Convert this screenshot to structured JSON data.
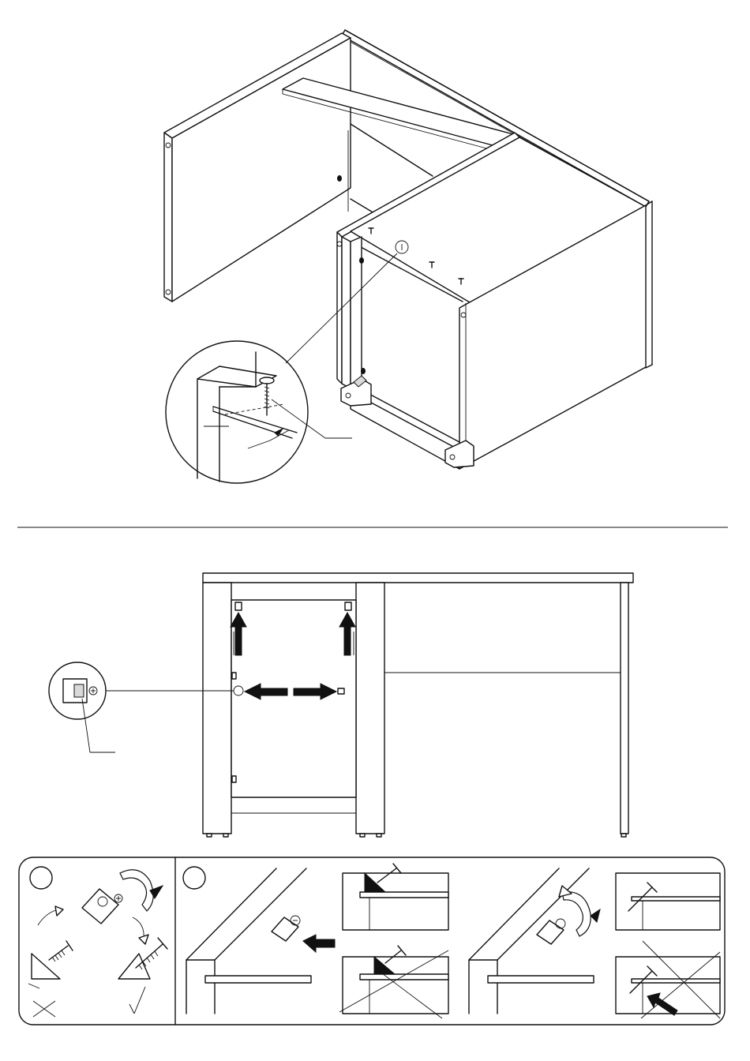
{
  "document": {
    "page_width": 950,
    "page_height": 1344,
    "ink_color": "#111111",
    "background_color": "#ffffff",
    "sections": [
      {
        "name": "step-assembly-isometric",
        "description_icons": [
          "carcass",
          "screw",
          "detail-callout"
        ]
      },
      {
        "name": "step-front-elevation",
        "description_icons": [
          "arrow-up",
          "arrow-left",
          "arrow-right",
          "cam-lock-callout"
        ]
      },
      {
        "name": "fastener-instructions-panel",
        "description_icons": [
          "step-circle-1",
          "step-circle-2",
          "correct-mark",
          "incorrect-mark"
        ]
      }
    ]
  }
}
